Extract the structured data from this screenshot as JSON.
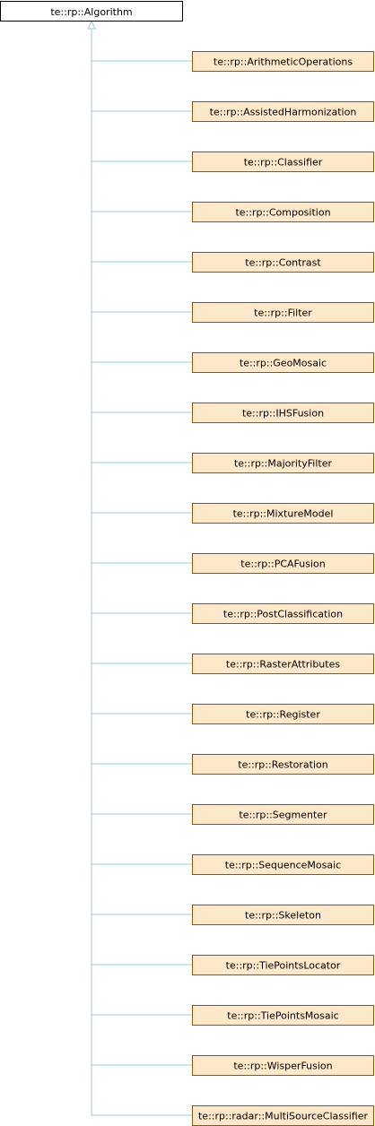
{
  "diagram": {
    "base_class": "te::rp::Algorithm",
    "derived_classes": [
      "te::rp::ArithmeticOperations",
      "te::rp::AssistedHarmonization",
      "te::rp::Classifier",
      "te::rp::Composition",
      "te::rp::Contrast",
      "te::rp::Filter",
      "te::rp::GeoMosaic",
      "te::rp::IHSFusion",
      "te::rp::MajorityFilter",
      "te::rp::MixtureModel",
      "te::rp::PCAFusion",
      "te::rp::PostClassification",
      "te::rp::RasterAttributes",
      "te::rp::Register",
      "te::rp::Restoration",
      "te::rp::Segmenter",
      "te::rp::SequenceMosaic",
      "te::rp::Skeleton",
      "te::rp::TiePointsLocator",
      "te::rp::TiePointsMosaic",
      "te::rp::WisperFusion",
      "te::rp::radar::MultiSourceClassifier"
    ]
  },
  "colors": {
    "base_fill": "#ffffff",
    "base_stroke": "#000000",
    "derived_fill": "#fde9c9",
    "derived_stroke": "#8a5a00",
    "edge": "#9ccbdb"
  }
}
